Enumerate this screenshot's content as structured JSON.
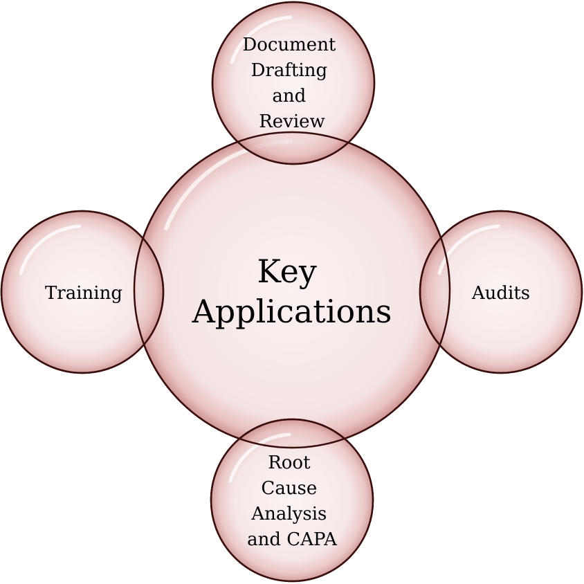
{
  "center": {
    "lines": [
      "Key",
      "Applications"
    ]
  },
  "satellites": {
    "top": {
      "lines": [
        "Document",
        "Drafting",
        "and",
        "Review"
      ]
    },
    "left": {
      "lines": [
        "Training"
      ]
    },
    "right": {
      "lines": [
        "Audits"
      ]
    },
    "bottom": {
      "lines": [
        "Root",
        "Cause",
        "Analysis",
        "and CAPA"
      ]
    }
  },
  "colors": {
    "bubble_fill_light": "#fbf1f1",
    "bubble_fill_mid": "#f3dede",
    "bubble_fill_edge": "#d9a3a3",
    "bubble_outline": "#3a0d0d"
  }
}
